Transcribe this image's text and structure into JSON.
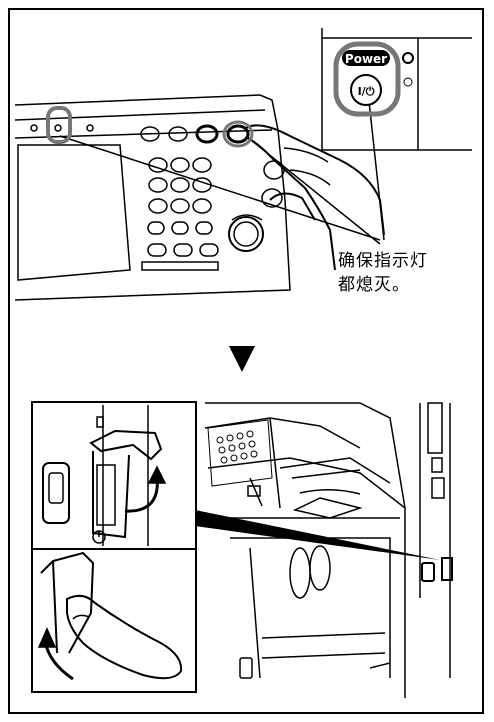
{
  "power_key": {
    "label": "Power",
    "symbol": "I/⏻"
  },
  "callout_text": "确保指示灯\n都熄灭。",
  "step_arrow": "down-triangle",
  "icons": [
    "power-symbol-icon",
    "curved-arrow-icon"
  ]
}
